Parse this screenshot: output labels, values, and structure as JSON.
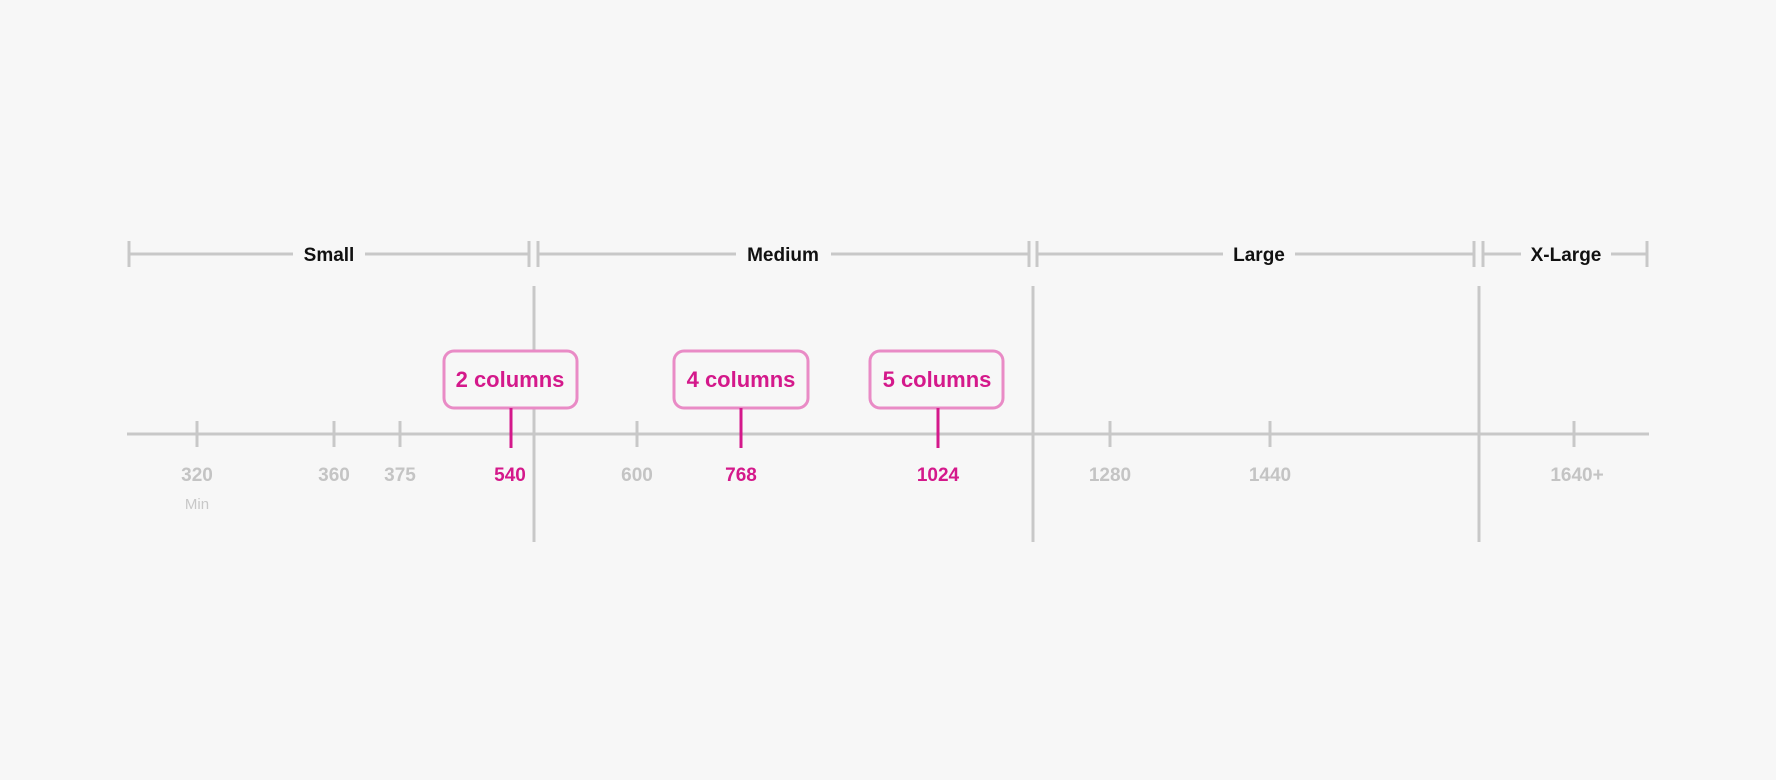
{
  "colors": {
    "background": "#f7f7f7",
    "line": "#c8c8c8",
    "accent": "#d4198b",
    "accent_border": "#e98bc6",
    "range_text": "#111111",
    "tick_text": "#c4c4c4"
  },
  "ranges": [
    {
      "id": "small",
      "label": "Small"
    },
    {
      "id": "medium",
      "label": "Medium"
    },
    {
      "id": "large",
      "label": "Large"
    },
    {
      "id": "xlarge",
      "label": "X-Large"
    }
  ],
  "ticks": [
    {
      "id": "320",
      "label": "320",
      "sublabel": "Min",
      "highlight": false
    },
    {
      "id": "360",
      "label": "360",
      "highlight": false
    },
    {
      "id": "375",
      "label": "375",
      "highlight": false
    },
    {
      "id": "540",
      "label": "540",
      "highlight": true,
      "callout": "2 columns"
    },
    {
      "id": "600",
      "label": "600",
      "highlight": false
    },
    {
      "id": "768",
      "label": "768",
      "highlight": true,
      "callout": "4 columns"
    },
    {
      "id": "1024",
      "label": "1024",
      "highlight": true,
      "callout": "5 columns"
    },
    {
      "id": "1280",
      "label": "1280",
      "highlight": false
    },
    {
      "id": "1440",
      "label": "1440",
      "highlight": false
    },
    {
      "id": "1640",
      "label": "1640+",
      "highlight": false
    }
  ]
}
